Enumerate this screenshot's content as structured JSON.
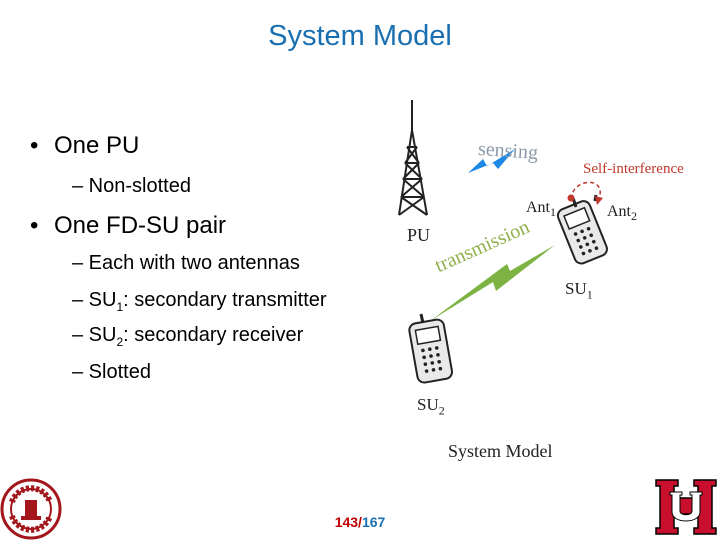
{
  "slide": {
    "title": "System Model"
  },
  "bullets": {
    "pu": "One PU",
    "non_slotted": "– Non-slotted",
    "fd_pair": "One FD-SU pair",
    "antennas": "– Each with two antennas",
    "su1_prefix": "– SU",
    "su1_sub": "1",
    "su1_text": ": secondary transmitter",
    "su2_prefix": "– SU",
    "su2_sub": "2",
    "su2_text": ": secondary receiver",
    "slotted": "– Slotted"
  },
  "figure": {
    "sensing": "sensing",
    "self_interference": "Self-interference",
    "ant1": "Ant",
    "ant1_sub": "1",
    "ant2": "Ant",
    "ant2_sub": "2",
    "pu": "PU",
    "transmission": "transmission",
    "su1": "SU",
    "su1_sub": "1",
    "su2": "SU",
    "su2_sub": "2",
    "caption": "System Model",
    "colors": {
      "sensing": "#8a9aa8",
      "self_interference": "#c0392b",
      "transmission": "#8fb04a",
      "bolt_blue": "#1e88e5",
      "bolt_green": "#7cb342"
    }
  },
  "footer": {
    "page_current": "143",
    "page_separator": "/",
    "page_total": "167"
  },
  "logos": {
    "left": "university-seal-logo",
    "right": "uh-logo"
  }
}
